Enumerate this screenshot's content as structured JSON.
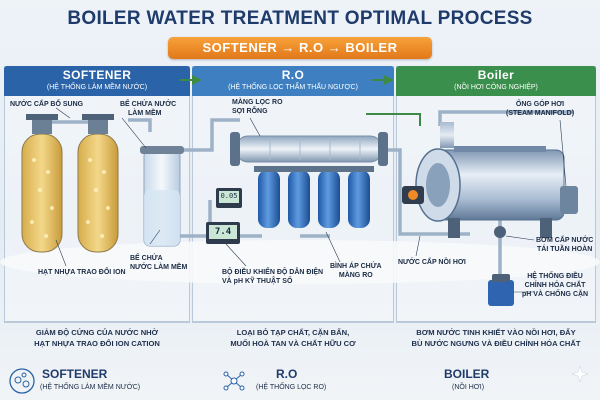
{
  "title": "BOILER WATER TREATMENT OPTIMAL PROCESS",
  "banner": "SOFTENER → R.O → BOILER",
  "columns": [
    {
      "title": "SOFTENER",
      "subtitle": "(HỆ THỐNG LÀM MỀM NƯỚC)",
      "color": "#2a63a8"
    },
    {
      "title": "R.O",
      "subtitle": "(HỆ THỐNG LỌC THẨM THẤU NGƯỢC)",
      "color": "#3d7fc0"
    },
    {
      "title": "Boiler",
      "subtitle": "(NỒI HƠI CÔNG NGHIỆP)",
      "color": "#3a8f4c"
    }
  ],
  "labels": {
    "make_up_water": "NƯỚC CẤP BỔ SUNG",
    "soft_tank_top_1": "BỂ CHỨA NƯỚC",
    "soft_tank_top_2": "LÀM MỀM",
    "soft_tank_bottom_1": "BỂ CHỨA",
    "soft_tank_bottom_2": "NƯỚC LÀM MỀM",
    "resin": "HẠT NHỰA TRAO ĐỔI ION",
    "ro_membrane_1": "MÀNG LỌC RO",
    "ro_membrane_2": "SỢI RỖNG",
    "controller_1": "BỘ ĐIỀU KHIỂN ĐỘ DẪN ĐIỆN",
    "controller_2": "VÀ pH KỸ THUẬT SỐ",
    "pressure_tank_1": "BÌNH ÁP CHỨA",
    "pressure_tank_2": "MÀNG RO",
    "feed_water": "NƯỚC CẤP NỒI HƠI",
    "steam_manifold_1": "ỐNG GÓP HƠI",
    "steam_manifold_2": "(STEAM MANIFOLD)",
    "pump_1": "BƠM CẤP NƯỚC",
    "pump_2": "TÁI TUẦN HOÀN",
    "chem_1": "HỆ THỐNG ĐIỀU",
    "chem_2": "CHỈNH HÓA CHẤT",
    "chem_3": "pH VÀ CHỐNG CẶN",
    "meter_top": "0.05",
    "meter_bottom": "7.4"
  },
  "descriptions": [
    {
      "line1": "GIẢM ĐỘ CỨNG CỦA NƯỚC NHỜ",
      "line2": "HẠT NHỰA TRAO ĐỔI ION CATION"
    },
    {
      "line1": "LOẠI BỎ TẠP CHẤT, CẶN BẨN,",
      "line2": "MUỐI HOÀ TAN VÀ CHẤT HỮU CƠ"
    },
    {
      "line1": "BƠM NƯỚC TINH KHIẾT VÀO NỒI HƠI, ĐẨY",
      "line2": "BÙ NƯỚC NGƯNG VÀ ĐIỀU CHỈNH HÓA CHẤT"
    }
  ],
  "footer": [
    {
      "title": "SOFTENER",
      "subtitle": "(HỆ THỐNG LÀM MỀM NƯỚC)",
      "icon": "water-drops-icon"
    },
    {
      "title": "R.O",
      "subtitle": "(HỆ THỐNG LỌC RO)",
      "icon": "molecule-icon"
    },
    {
      "title": "BOILER",
      "subtitle": "(NỒI HƠI)",
      "icon": "none"
    }
  ],
  "colors": {
    "pipe": "#8fa6bf",
    "flow_arrow": "#3d8a47",
    "resin": "#e8c66a",
    "boiler_body": "#bfd0e3",
    "ro_vessel": "#2f6fc2",
    "accent_orange": "#f08a24"
  }
}
